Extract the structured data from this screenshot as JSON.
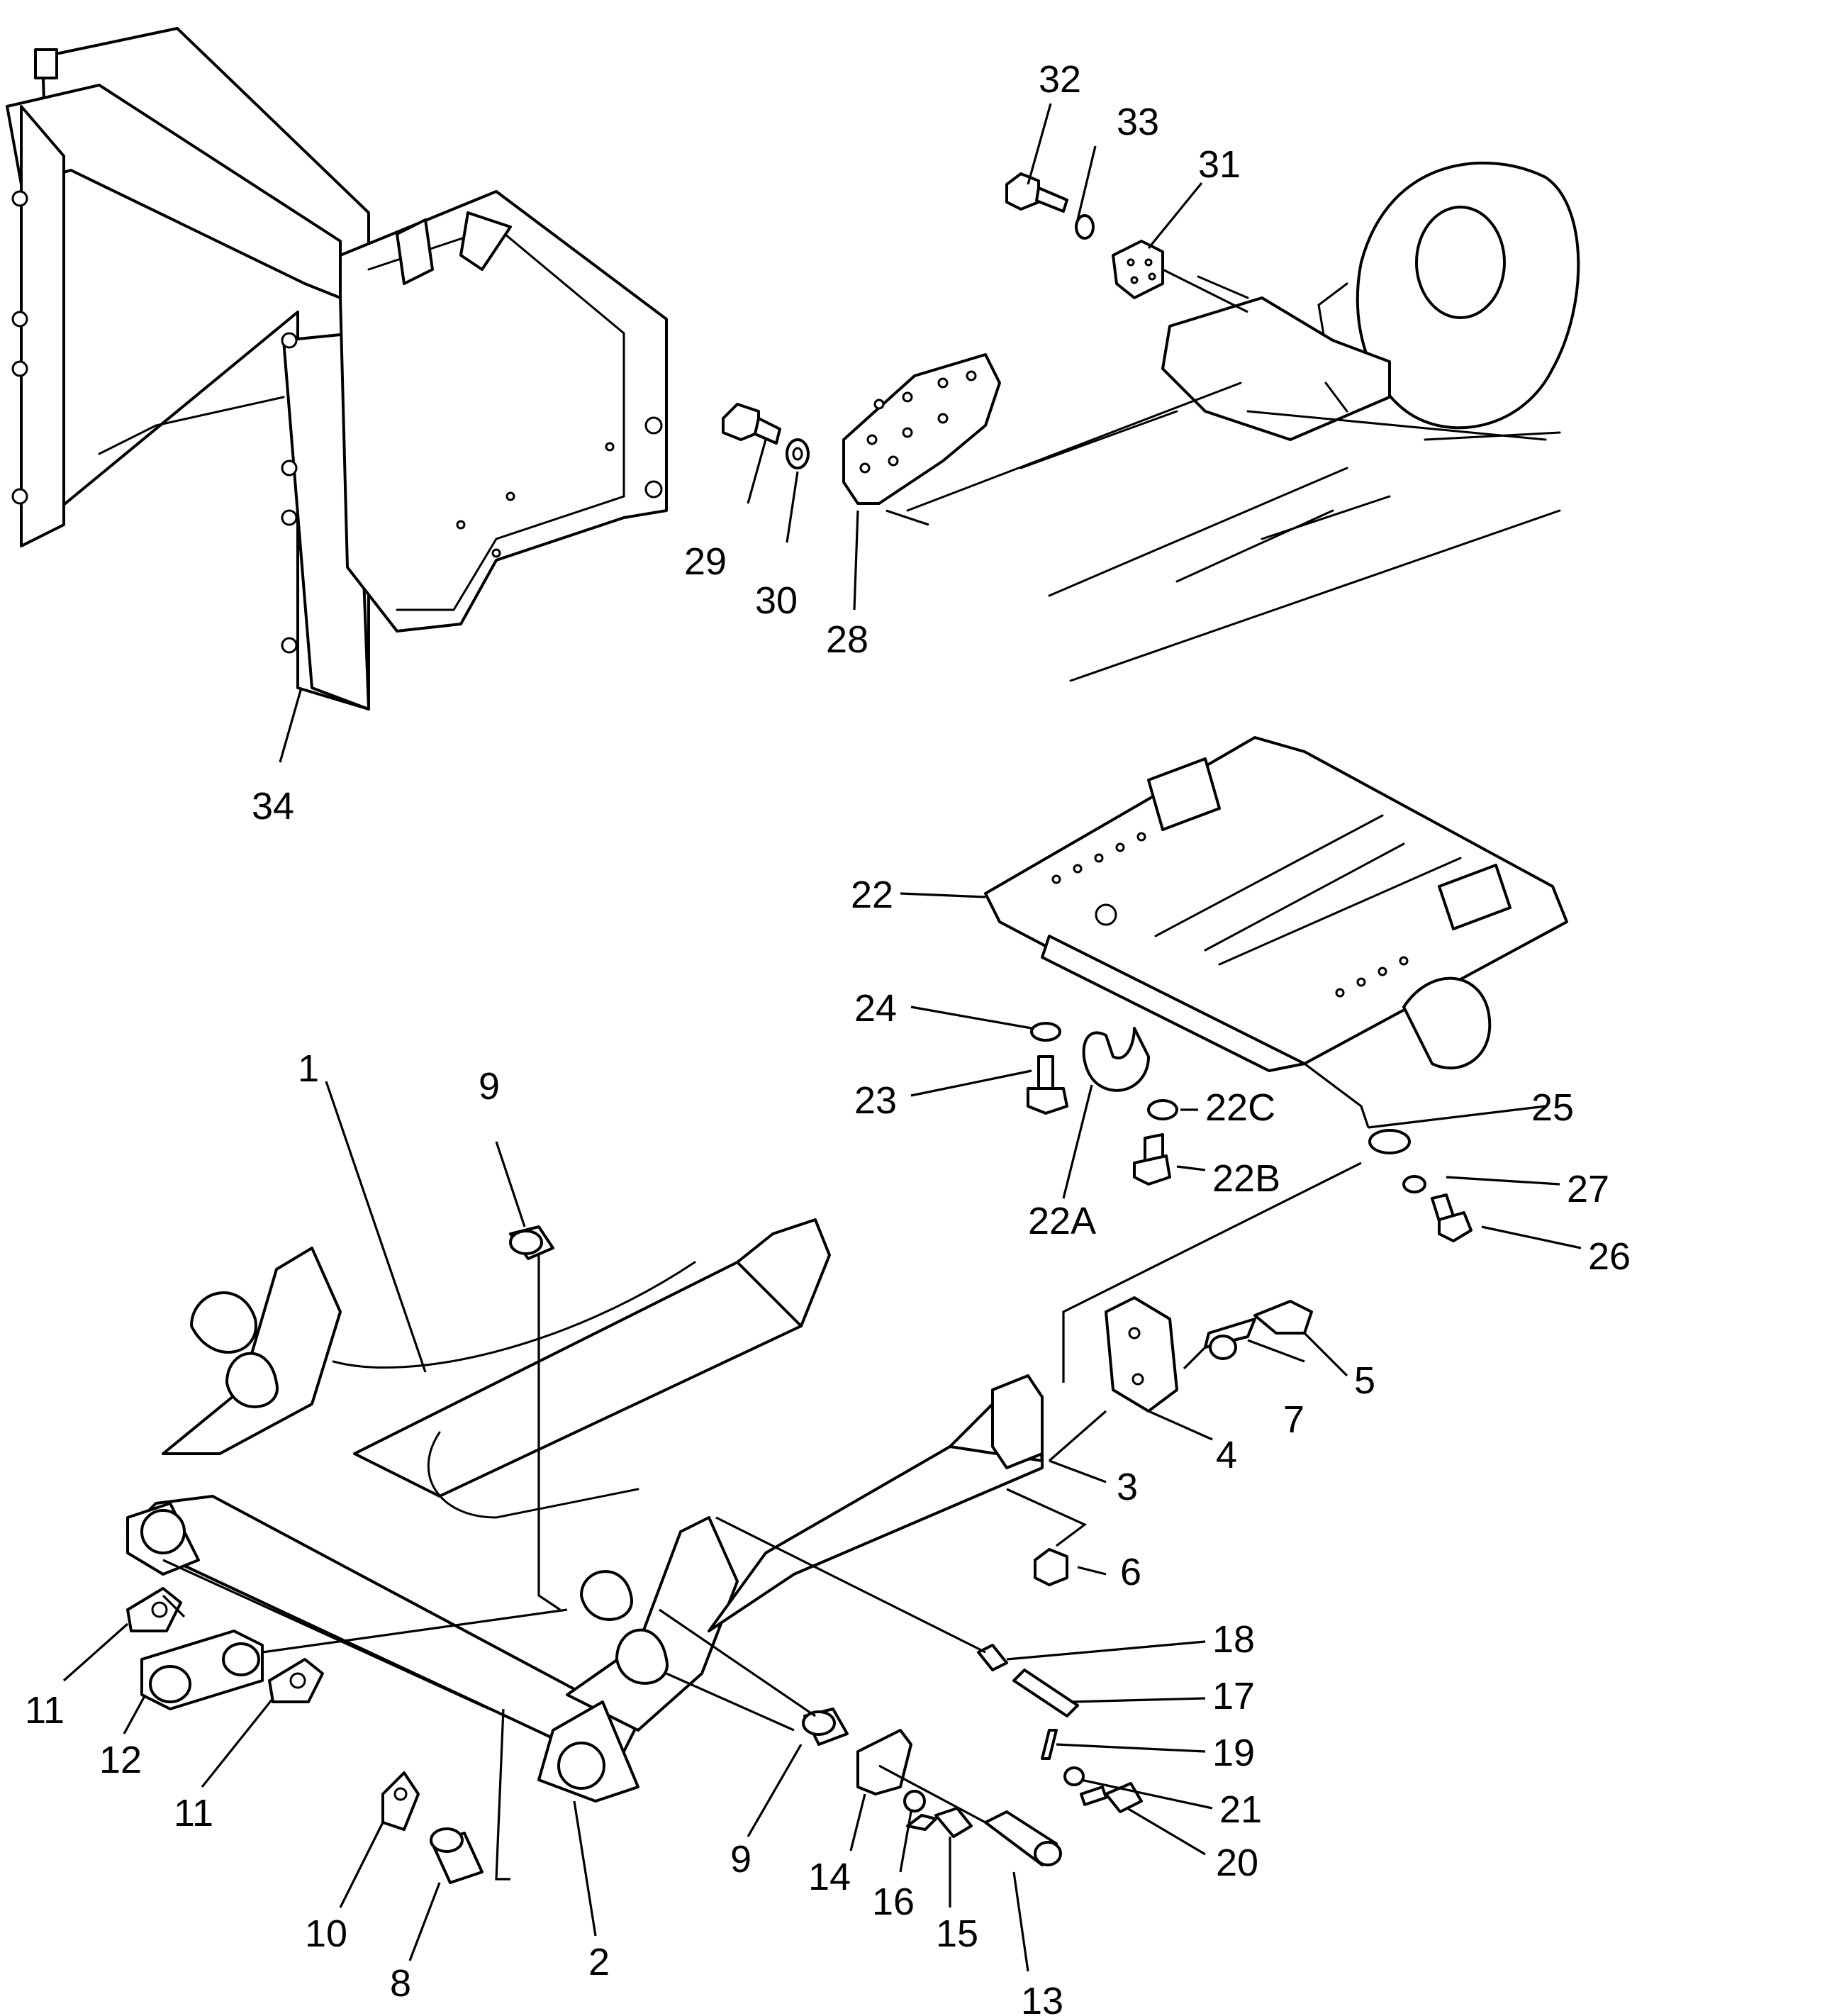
{
  "diagram": {
    "labels": [
      {
        "id": "1",
        "text": "1"
      },
      {
        "id": "2",
        "text": "2"
      },
      {
        "id": "3",
        "text": "3"
      },
      {
        "id": "4",
        "text": "4"
      },
      {
        "id": "5",
        "text": "5"
      },
      {
        "id": "6",
        "text": "6"
      },
      {
        "id": "7",
        "text": "7"
      },
      {
        "id": "8",
        "text": "8"
      },
      {
        "id": "9a",
        "text": "9"
      },
      {
        "id": "9b",
        "text": "9"
      },
      {
        "id": "10",
        "text": "10"
      },
      {
        "id": "11a",
        "text": "11"
      },
      {
        "id": "11b",
        "text": "11"
      },
      {
        "id": "12",
        "text": "12"
      },
      {
        "id": "13",
        "text": "13"
      },
      {
        "id": "14",
        "text": "14"
      },
      {
        "id": "15",
        "text": "15"
      },
      {
        "id": "16",
        "text": "16"
      },
      {
        "id": "17",
        "text": "17"
      },
      {
        "id": "18",
        "text": "18"
      },
      {
        "id": "19",
        "text": "19"
      },
      {
        "id": "20",
        "text": "20"
      },
      {
        "id": "21",
        "text": "21"
      },
      {
        "id": "22",
        "text": "22"
      },
      {
        "id": "22A",
        "text": "22A"
      },
      {
        "id": "22B",
        "text": "22B"
      },
      {
        "id": "22C",
        "text": "22C"
      },
      {
        "id": "23",
        "text": "23"
      },
      {
        "id": "24",
        "text": "24"
      },
      {
        "id": "25",
        "text": "25"
      },
      {
        "id": "26",
        "text": "26"
      },
      {
        "id": "27",
        "text": "27"
      },
      {
        "id": "28",
        "text": "28"
      },
      {
        "id": "29",
        "text": "29"
      },
      {
        "id": "30",
        "text": "30"
      },
      {
        "id": "31",
        "text": "31"
      },
      {
        "id": "32",
        "text": "32"
      },
      {
        "id": "33",
        "text": "33"
      },
      {
        "id": "34",
        "text": "34"
      }
    ]
  }
}
